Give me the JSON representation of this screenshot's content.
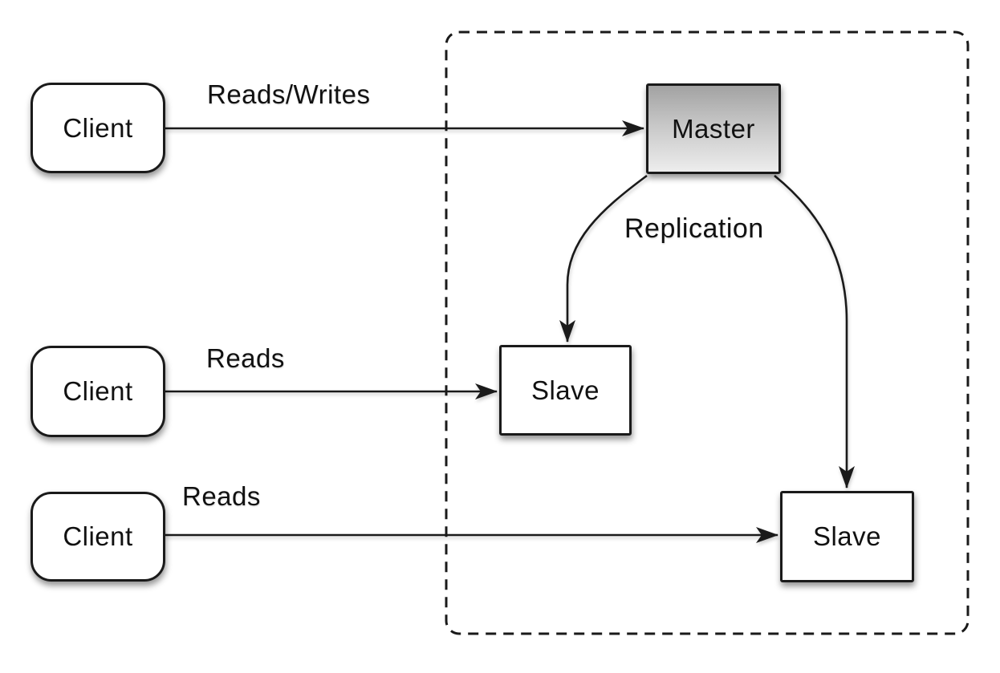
{
  "diagram": {
    "nodes": {
      "client1": {
        "label": "Client"
      },
      "client2": {
        "label": "Client"
      },
      "client3": {
        "label": "Client"
      },
      "master": {
        "label": "Master"
      },
      "slave1": {
        "label": "Slave"
      },
      "slave2": {
        "label": "Slave"
      }
    },
    "edges": {
      "client1_to_master": {
        "label": "Reads/Writes"
      },
      "client2_to_slave1": {
        "label": "Reads"
      },
      "client3_to_slave2": {
        "label": "Reads"
      },
      "master_to_slaves": {
        "label": "Replication"
      }
    },
    "colors": {
      "background": "#ffffff",
      "ink": "#1a1a1a",
      "node_fill": "#ffffff",
      "master_gradient_top": "#a2a2a2",
      "master_gradient_bottom": "#ededed"
    }
  }
}
